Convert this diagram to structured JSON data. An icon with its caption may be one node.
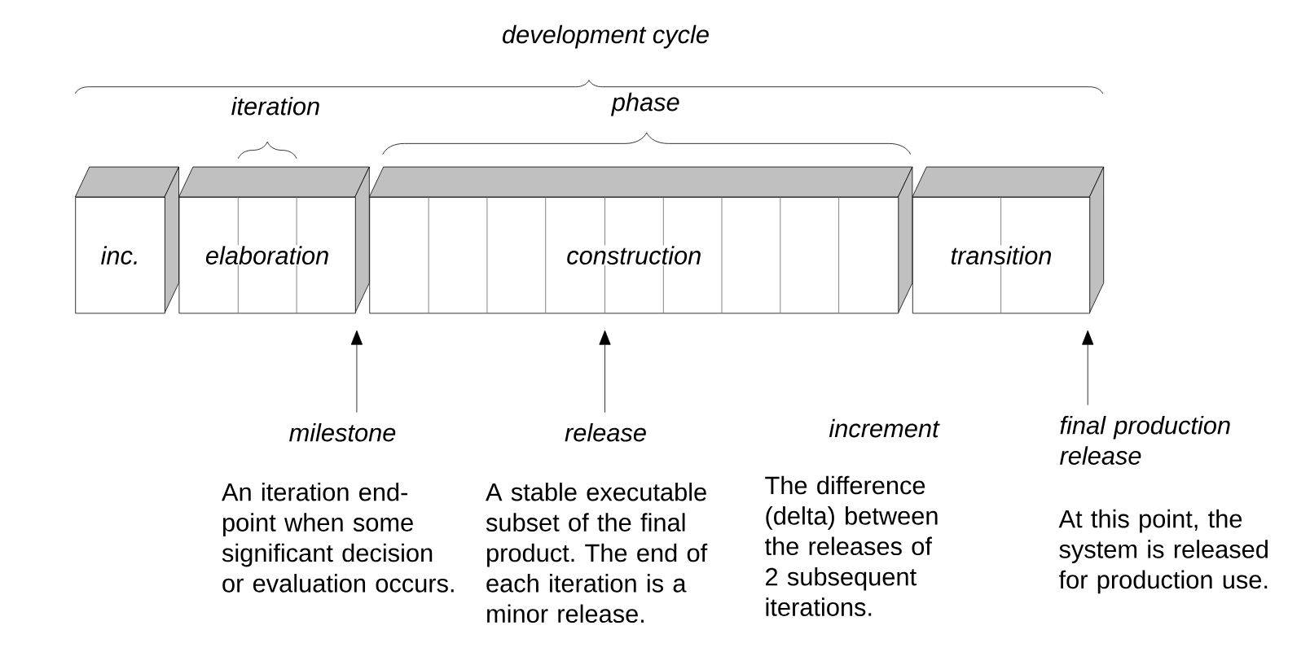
{
  "diagram": {
    "nodes": [
      {
        "text": [
          "inc."
        ]
      },
      {
        "text": [
          "elaboration"
        ]
      },
      {
        "text": [
          "construction"
        ]
      },
      {
        "text": [
          "transition"
        ]
      },
      {
        "text": [
          "milestone"
        ],
        "beside": [
          "An iteration end-point when some significant decision or evaluation occurs."
        ]
      },
      {
        "text": [
          "release"
        ],
        "beside": [
          "A stable executable subset of the final product. The end of each iteration is a minor release."
        ]
      },
      {
        "text": [
          "final production release"
        ],
        "beside": [
          "At this point, the system is released for production use."
        ]
      }
    ],
    "edges": [
      {
        "from": 4,
        "to": null,
        "arrow": "to"
      },
      {
        "from": 5,
        "to": null,
        "arrow": "to"
      },
      {
        "from": 6,
        "to": null,
        "arrow": "to"
      }
    ],
    "labels": [
      "development cycle",
      "iteration",
      "phase",
      "increment",
      "The difference (delta) between the releases of 2 subsequent iterations."
    ]
  }
}
